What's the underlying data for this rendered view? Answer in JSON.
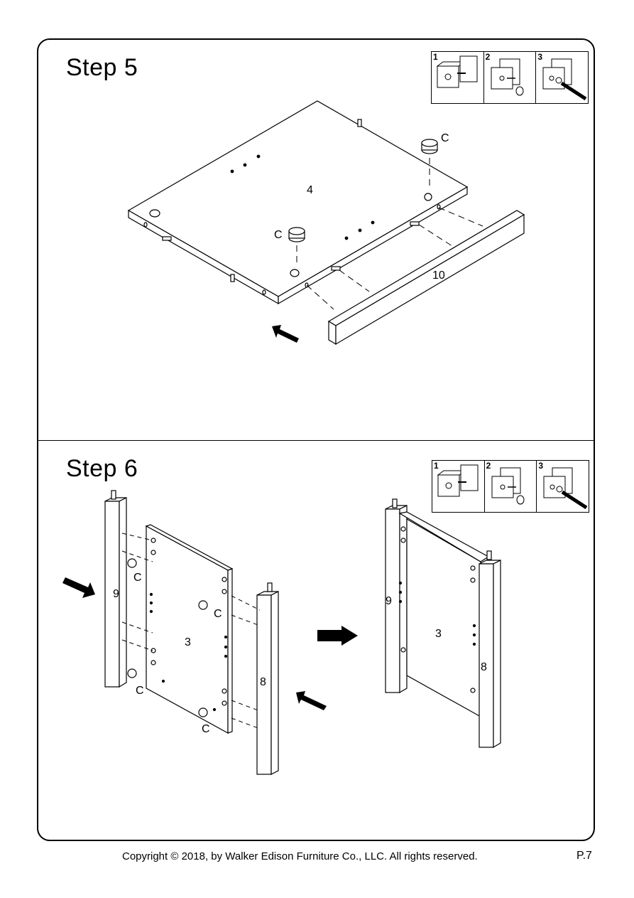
{
  "steps": [
    {
      "title": "Step  5"
    },
    {
      "title": "Step  6"
    }
  ],
  "legend": {
    "panels": [
      "1",
      "2",
      "3"
    ]
  },
  "labels": {
    "part_4": "4",
    "part_10": "10",
    "part_3": "3",
    "part_9": "9",
    "part_8": "8",
    "cam_c": "C"
  },
  "footer": {
    "copyright": "Copyright  © 2018, by Walker Edison Furniture Co., LLC. All rights reserved.",
    "page": "P.7"
  }
}
